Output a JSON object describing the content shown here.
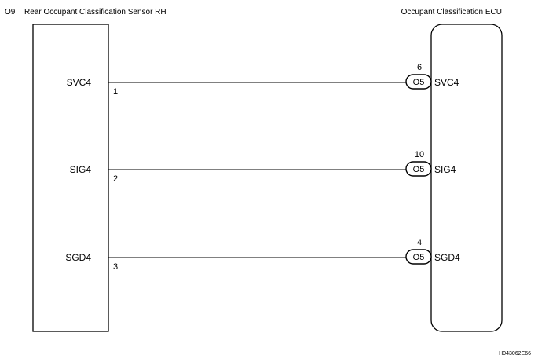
{
  "left_component": {
    "code": "O9",
    "name": "Rear Occupant Classification Sensor RH"
  },
  "right_component": {
    "name": "Occupant Classification ECU"
  },
  "wires": [
    {
      "left_label": "SVC4",
      "left_pin": "1",
      "right_pin": "6",
      "connector": "O5",
      "right_label": "SVC4"
    },
    {
      "left_label": "SIG4",
      "left_pin": "2",
      "right_pin": "10",
      "connector": "O5",
      "right_label": "SIG4"
    },
    {
      "left_label": "SGD4",
      "left_pin": "3",
      "right_pin": "4",
      "connector": "O5",
      "right_label": "SGD4"
    }
  ],
  "figure_code": "H043062E66"
}
